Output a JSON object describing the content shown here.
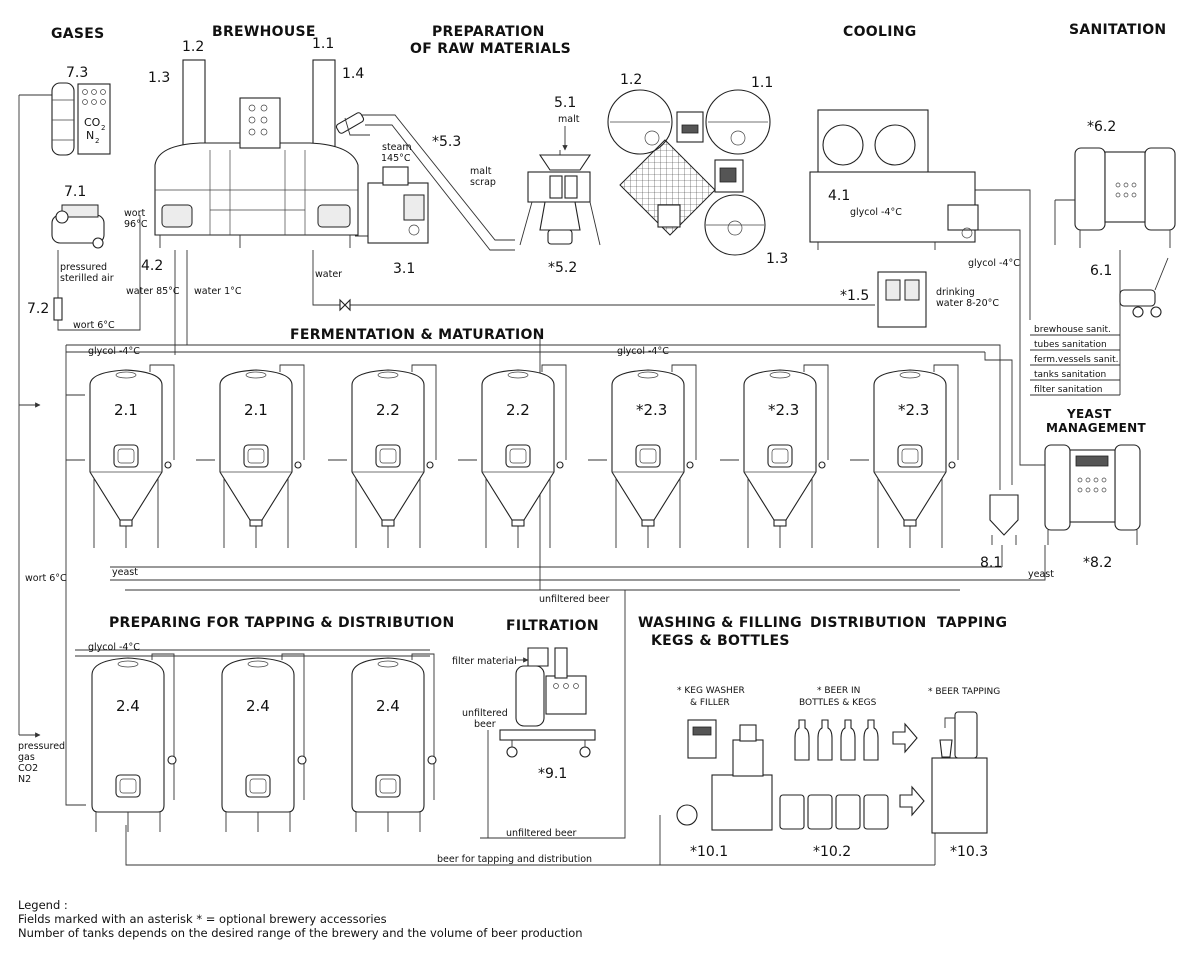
{
  "sections": {
    "gases": "GASES",
    "brewhouse": "BREWHOUSE",
    "raw_line1": "PREPARATION",
    "raw_line2": "OF RAW MATERIALS",
    "cooling": "COOLING",
    "sanitation": "SANITATION",
    "fermentation": "FERMENTATION & MATURATION",
    "yeast_line1": "YEAST",
    "yeast_line2": "MANAGEMENT",
    "tapping_prep": "PREPARING FOR TAPPING & DISTRIBUTION",
    "filtration": "FILTRATION",
    "washing_line1": "WASHING & FILLING",
    "washing_line2": "KEGS & BOTTLES",
    "distribution": "DISTRIBUTION",
    "tapping": "TAPPING"
  },
  "numbers": {
    "gas_73": "7.3",
    "gas_71": "7.1",
    "gas_72": "7.2",
    "bh_12": "1.2",
    "bh_11": "1.1",
    "bh_13": "1.3",
    "bh_14": "1.4",
    "n_42": "4.2",
    "n_31": "3.1",
    "n_53": "*5.3",
    "n_51": "5.1",
    "n_52": "*5.2",
    "plan_12": "1.2",
    "plan_11": "1.1",
    "plan_13": "1.3",
    "n_41": "4.1",
    "n_15": "*1.5",
    "n_62": "*6.2",
    "n_61": "6.1",
    "n_81": "8.1",
    "n_82": "*8.2",
    "n_91": "*9.1",
    "n_101": "*10.1",
    "n_102": "*10.2",
    "n_103": "*10.3"
  },
  "labels": {
    "co2": "CO",
    "co2_sub": "2",
    "n2": "N",
    "n2_sub": "2",
    "pressured_air_1": "pressured",
    "pressured_air_2": "sterilled air",
    "wort96_1": "wort",
    "wort96_2": "96°C",
    "water85": "water 85°C",
    "water1": "water 1°C",
    "wort6_top": "wort 6°C",
    "water": "water",
    "steam_1": "steam",
    "steam_2": "145°C",
    "malt": "malt",
    "malt_scrap_1": "malt",
    "malt_scrap_2": "scrap",
    "glycol_41": "glycol -4°C",
    "glycol_right": "glycol -4°C",
    "drinking_1": "drinking",
    "drinking_2": "water 8-20°C",
    "glycol_ferm_left": "glycol -4°C",
    "glycol_ferm_mid": "glycol -4°C",
    "yeast_left": "yeast",
    "yeast_right": "yeast",
    "unfiltered_top": "unfiltered beer",
    "wort6_left": "wort 6°C",
    "glycol_bottom": "glycol -4°C",
    "pressured_gas_1": "pressured",
    "pressured_gas_2": "gas",
    "pressured_gas_3": "CO2",
    "pressured_gas_4": "N2",
    "filter_material": "filter material",
    "unfiltered_side_1": "unfiltered",
    "unfiltered_side_2": "beer",
    "unfiltered_bottom": "unfiltered beer",
    "beer_tapping_line": "beer for tapping and distribution",
    "keg_washer_1": "* KEG WASHER",
    "keg_washer_2": "& FILLER",
    "beer_in_1": "* BEER IN",
    "beer_in_2": "BOTTLES & KEGS",
    "beer_tapping": "* BEER TAPPING"
  },
  "sanitation_items": [
    "brewhouse sanit.",
    "tubes sanitation",
    "ferm.vessels sanit.",
    "tanks sanitation",
    "filter sanitation"
  ],
  "fermentation_tanks": [
    "2.1",
    "2.1",
    "2.2",
    "2.2",
    "*2.3",
    "*2.3",
    "*2.3"
  ],
  "bright_tanks": [
    "2.4",
    "2.4",
    "2.4"
  ],
  "legend": {
    "title": "Legend :",
    "line1": "Fields marked with an asterisk * = optional brewery accessories",
    "line2": "Number of tanks depends on the desired range of the brewery and the volume of beer production"
  }
}
